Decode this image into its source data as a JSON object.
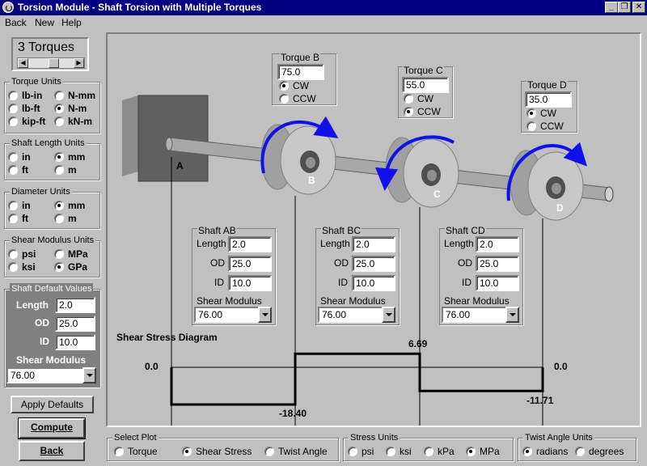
{
  "window": {
    "title": "Torsion Module - Shaft Torsion with Multiple Torques",
    "buttons": [
      "_",
      "❐",
      "✕"
    ]
  },
  "menu": [
    "Back",
    "New",
    "Help"
  ],
  "torques": {
    "label": "3 Torques"
  },
  "torque_units": {
    "title": "Torque Units",
    "options": [
      "lb-in",
      "N-mm",
      "lb-ft",
      "N-m",
      "kip-ft",
      "kN-m"
    ],
    "selected": "N-m"
  },
  "shaft_length_units": {
    "title": "Shaft Length Units",
    "options": [
      "in",
      "mm",
      "ft",
      "m"
    ],
    "selected": "mm"
  },
  "diameter_units": {
    "title": "Diameter Units",
    "options": [
      "in",
      "mm",
      "ft",
      "m"
    ],
    "selected": "mm"
  },
  "shear_modulus_units": {
    "title": "Shear Modulus Units",
    "options": [
      "psi",
      "MPa",
      "ksi",
      "GPa"
    ],
    "selected": "GPa"
  },
  "defaults": {
    "title": "Shaft Default Values",
    "length_label": "Length",
    "length": "2.0",
    "od_label": "OD",
    "od": "25.0",
    "id_label": "ID",
    "id": "10.0",
    "modulus_label": "Shear Modulus",
    "modulus": "76.00"
  },
  "buttons": {
    "apply": "Apply Defaults",
    "compute": "Compute",
    "back": "Back"
  },
  "torque_boxes": [
    {
      "title": "Torque B",
      "value": "75.0",
      "cw": "CW",
      "ccw": "CCW",
      "direction": "CW"
    },
    {
      "title": "Torque C",
      "value": "55.0",
      "cw": "CW",
      "ccw": "CCW",
      "direction": "CCW"
    },
    {
      "title": "Torque D",
      "value": "35.0",
      "cw": "CW",
      "ccw": "CCW",
      "direction": "CW"
    }
  ],
  "points": [
    "A",
    "B",
    "C",
    "D"
  ],
  "shafts": [
    {
      "title": "Shaft AB",
      "length_label": "Length",
      "length": "2.0",
      "od_label": "OD",
      "od": "25.0",
      "id_label": "ID",
      "id": "10.0",
      "modulus_label": "Shear Modulus",
      "modulus": "76.00"
    },
    {
      "title": "Shaft BC",
      "length_label": "Length",
      "length": "2.0",
      "od_label": "OD",
      "od": "25.0",
      "id_label": "ID",
      "id": "10.0",
      "modulus_label": "Shear Modulus",
      "modulus": "76.00"
    },
    {
      "title": "Shaft CD",
      "length_label": "Length",
      "length": "2.0",
      "od_label": "OD",
      "od": "25.0",
      "id_label": "ID",
      "id": "10.0",
      "modulus_label": "Shear Modulus",
      "modulus": "76.00"
    }
  ],
  "diagram": {
    "title": "Shear Stress Diagram",
    "zero_left": "0.0",
    "zero_right": "0.0",
    "values": [
      "-18.40",
      "6.69",
      "-11.71"
    ],
    "segment_values": [
      -18.4,
      6.69,
      -11.71
    ]
  },
  "select_plot": {
    "title": "Select Plot",
    "options": [
      "Torque",
      "Shear Stress",
      "Twist Angle"
    ],
    "selected": "Shear Stress"
  },
  "stress_units": {
    "title": "Stress Units",
    "options": [
      "psi",
      "ksi",
      "kPa",
      "MPa"
    ],
    "selected": "MPa"
  },
  "twist_units": {
    "title": "Twist Angle Units",
    "options": [
      "radians",
      "degrees"
    ],
    "selected": "radians"
  },
  "colors": {
    "titlebar": "#000080",
    "arrow": "#1010e8",
    "wall": "#606060",
    "shaft": "#a8a8a8"
  }
}
